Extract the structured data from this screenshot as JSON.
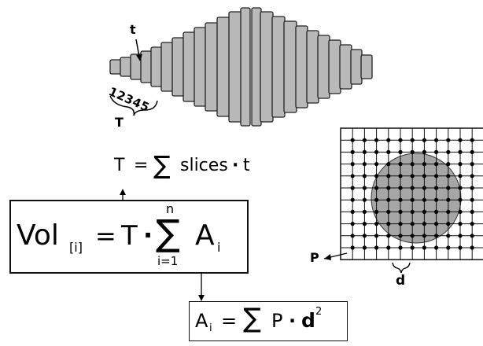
{
  "slices_figure": {
    "thickness_label": "t",
    "slice_numbers": "12345",
    "total_label": "T",
    "colors": {
      "slice_fill": "#b9b9b9",
      "slice_stroke": "#222222"
    }
  },
  "formula_T": {
    "lhs": "T",
    "equals": "=",
    "sum_symbol": "∑",
    "term": "slices",
    "dot": "·",
    "factor": "t"
  },
  "formula_vol": {
    "vol": "Vol",
    "subscript": "[i]",
    "equals": "=",
    "T": "T",
    "dot": "·",
    "sum_symbol": "∑",
    "upper_limit": "n",
    "lower_limit": "i=1",
    "A": "A",
    "A_subscript": "i"
  },
  "formula_A": {
    "A": "A",
    "A_subscript": "i",
    "equals": "=",
    "sum_symbol": "∑",
    "P": "P",
    "dot": "·",
    "d": "d",
    "exponent": "2"
  },
  "grid_figure": {
    "point_label": "P",
    "spacing_label": "d",
    "colors": {
      "circle_fill": "#a6a6a6",
      "grid_line": "#111111",
      "dot": "#000000"
    }
  }
}
